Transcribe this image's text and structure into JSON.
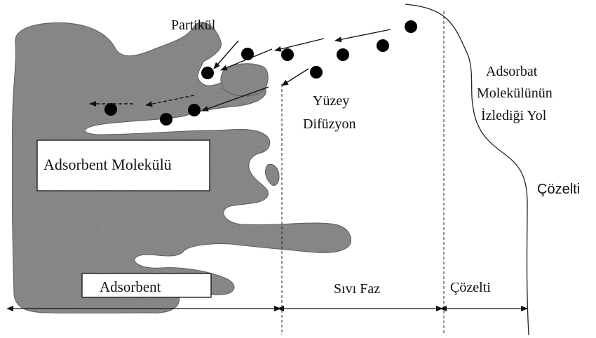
{
  "labels": {
    "partikul": "Partikül",
    "yuzey_line1": "Yüzey",
    "yuzey_line2": "Difüzyon",
    "adsorbat_line1": "Adsorbat",
    "adsorbat_line2": "Molekülünün",
    "adsorbat_line3": "İzlediği Yol",
    "cozelti_right": "Çözelti",
    "adsorbent_molekulu": "Adsorbent Molekülü",
    "adsorbent": "Adsorbent",
    "sivi_faz": "Sıvı Faz",
    "cozelti_bottom": "Çözelti"
  }
}
